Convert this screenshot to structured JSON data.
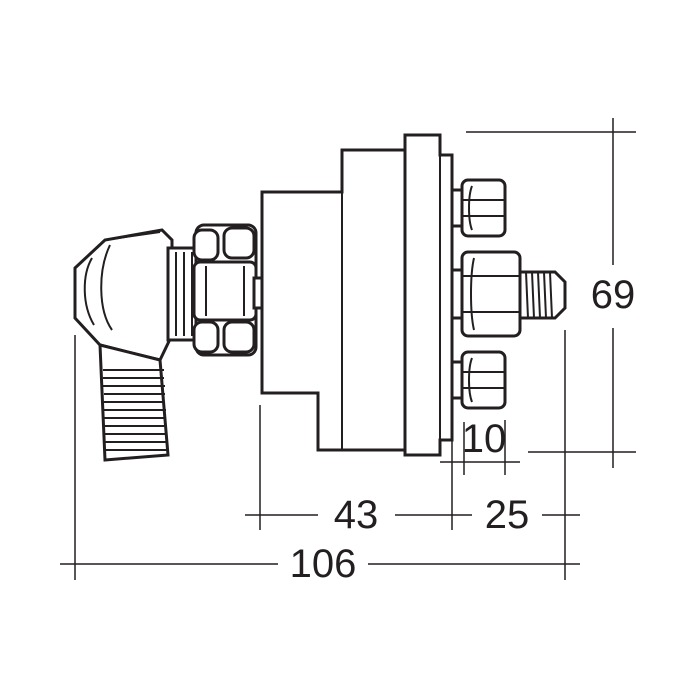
{
  "dimensions": {
    "overall_width": "106",
    "switch_body": "43",
    "terminal_depth": "25",
    "terminal_gap": "10",
    "height": "69"
  }
}
